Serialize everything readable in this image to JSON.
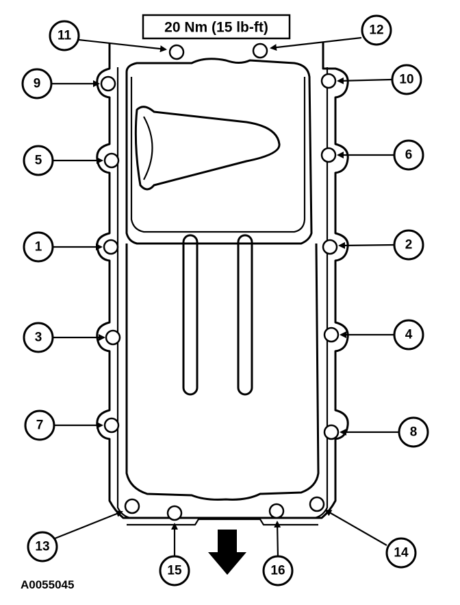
{
  "torque_spec": "20 Nm (15 lb-ft)",
  "figure_id": "A0055045",
  "callouts": [
    "1",
    "2",
    "3",
    "4",
    "5",
    "6",
    "7",
    "8",
    "9",
    "10",
    "11",
    "12",
    "13",
    "14",
    "15",
    "16"
  ],
  "colors": {
    "ink": "#000000",
    "paper": "#ffffff"
  },
  "direction_arrow_icon": "down-arrow-icon"
}
